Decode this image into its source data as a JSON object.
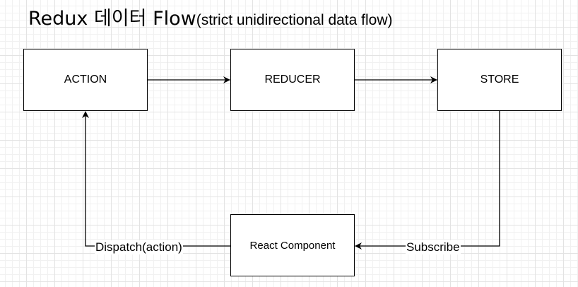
{
  "title": {
    "main": "Redux 데이터 Flow",
    "sub": "(strict unidirectional data flow)"
  },
  "nodes": {
    "action": "ACTION",
    "reducer": "REDUCER",
    "store": "STORE",
    "react_component": "React Component"
  },
  "edges": {
    "dispatch": "Dispatch(action)",
    "subscribe": "Subscribe"
  },
  "colors": {
    "line": "#000000",
    "grid": "#e3e3e3",
    "background": "#ffffff"
  }
}
